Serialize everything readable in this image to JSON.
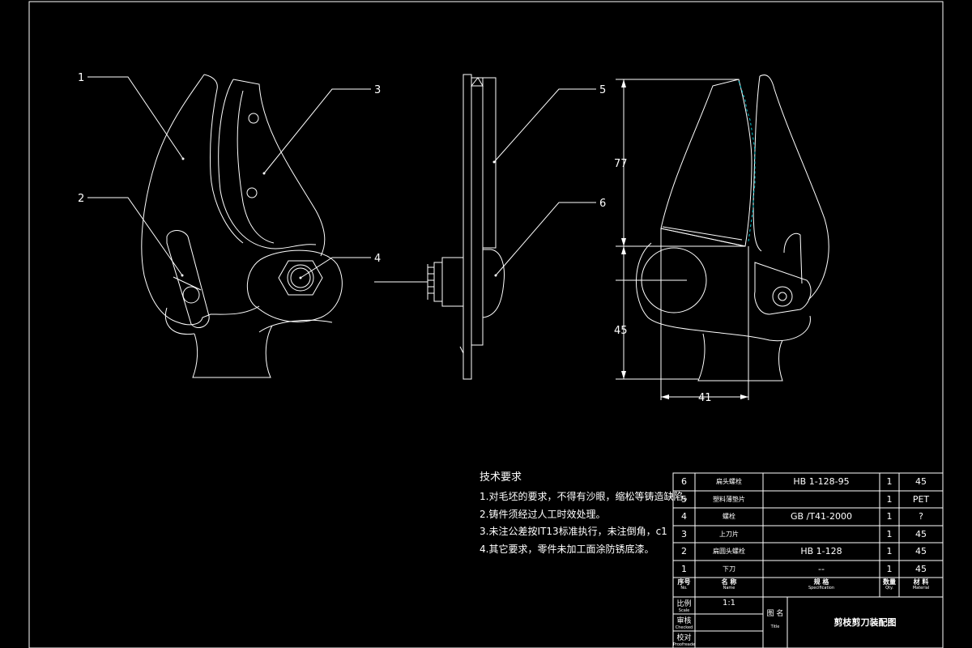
{
  "balloons": {
    "b1": "1",
    "b2": "2",
    "b3": "3",
    "b4": "4",
    "b5": "5",
    "b6": "6"
  },
  "dimensions": {
    "height_upper": "77",
    "height_lower": "45",
    "width": "41"
  },
  "tech_requirements": {
    "title": "技术要求",
    "lines": [
      "1.对毛坯的要求，不得有沙眼，缩松等铸造缺陷。",
      "2.铸件须经过人工时效处理。",
      "3.未注公差按IT13标准执行，未注倒角，c1",
      "4.其它要求，零件未加工面涂防锈底漆。"
    ]
  },
  "bom": {
    "rows": [
      {
        "no": "6",
        "name": "扁头螺栓",
        "spec": "HB 1-128-95",
        "qty": "1",
        "material": "45"
      },
      {
        "no": "5",
        "name": "塑料薄垫片",
        "spec": "",
        "qty": "1",
        "material": "PET"
      },
      {
        "no": "4",
        "name": "螺栓",
        "spec": "GB /T41-2000",
        "qty": "1",
        "material": "?"
      },
      {
        "no": "3",
        "name": "上刀片",
        "spec": "",
        "qty": "1",
        "material": "45"
      },
      {
        "no": "2",
        "name": "扁圆头螺栓",
        "spec": "HB 1-128",
        "qty": "1",
        "material": "45"
      },
      {
        "no": "1",
        "name": "下刀",
        "spec": "--",
        "qty": "1",
        "material": "45"
      }
    ],
    "header": {
      "no_cn": "序号",
      "no_en": "No.",
      "name_cn": "名 称",
      "name_en": "Name",
      "spec_cn": "规 格",
      "spec_en": "Specification",
      "qty_cn": "数量",
      "qty_en": "Qty.",
      "mat_cn": "材 料",
      "mat_en": "Material"
    }
  },
  "title_block": {
    "scale_cn": "比例",
    "scale_en": "Scale",
    "scale_value": "1:1",
    "checked_cn": "审核",
    "checked_en": "Checked",
    "proof_cn": "校对",
    "proof_en": "Proofreaded",
    "title_cn": "图 名",
    "title_en": "Title",
    "drawing_title": "剪枝剪刀装配图"
  },
  "colors": {
    "background": "#000000",
    "line": "#ffffff",
    "accent": "#00c8d2"
  }
}
